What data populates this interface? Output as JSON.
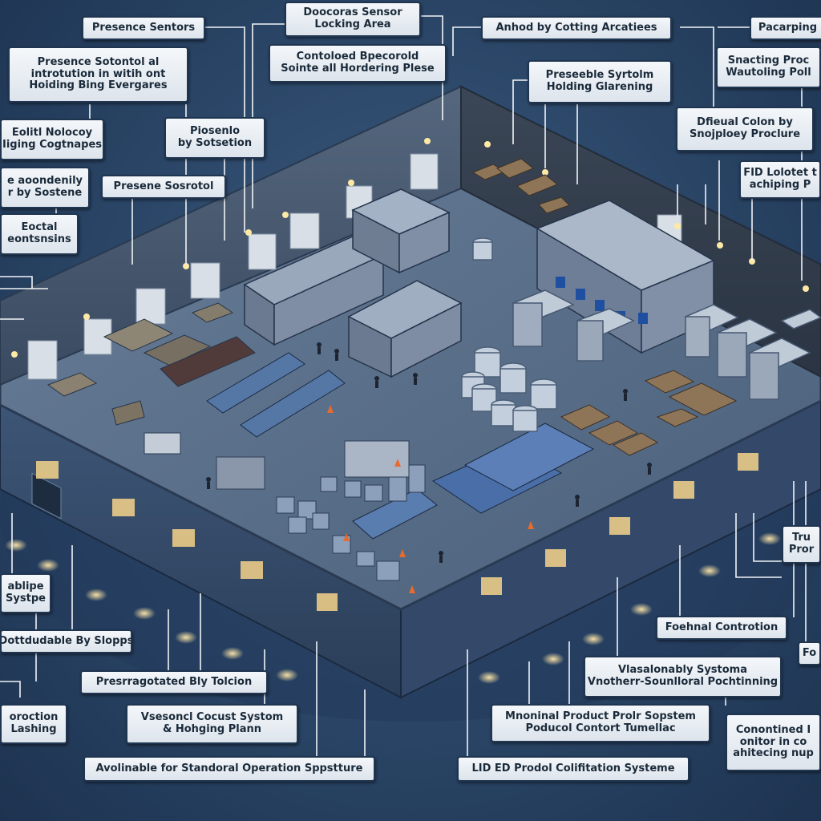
{
  "labels": [
    {
      "id": "l1",
      "lines": [
        "Presence Sentors"
      ]
    },
    {
      "id": "l2",
      "lines": [
        "Doocoras Sensor",
        "Locking Area"
      ]
    },
    {
      "id": "l3",
      "lines": [
        "Anhod by Cotting Arcatiees"
      ]
    },
    {
      "id": "l4",
      "lines": [
        "Pacarping"
      ]
    },
    {
      "id": "l5",
      "lines": [
        "Presence Sotontol al",
        "introtution in witih ont",
        "Hoiding Bing Evergares"
      ]
    },
    {
      "id": "l6",
      "lines": [
        "Contoloed Bpecorold",
        "Sointe all Hordering Plese"
      ]
    },
    {
      "id": "l7",
      "lines": [
        "Preseeble Syrtolm",
        "Holding Glarening"
      ]
    },
    {
      "id": "l8",
      "lines": [
        "Snacting Proc",
        "Wautoling Poll"
      ]
    },
    {
      "id": "l9",
      "lines": [
        "Eolitl Nolocoy",
        "Iiging Cogtnapes"
      ]
    },
    {
      "id": "l10",
      "lines": [
        "Piosenlo",
        "by Sotsetion"
      ]
    },
    {
      "id": "l11",
      "lines": [
        "Dfieual Colon by",
        "Snojploey Proclure"
      ]
    },
    {
      "id": "l12",
      "lines": [
        "e aoondenily",
        "r by Sostene"
      ]
    },
    {
      "id": "l13",
      "lines": [
        "Presene Sosrotol"
      ]
    },
    {
      "id": "l14",
      "lines": [
        "FID Lolotet t",
        "achiping P"
      ]
    },
    {
      "id": "l15",
      "lines": [
        "Eoctal",
        "eontsnsins"
      ]
    },
    {
      "id": "l16",
      "lines": [
        "Tru",
        "Pror"
      ]
    },
    {
      "id": "l17",
      "lines": [
        "ablipe",
        "Systpe"
      ]
    },
    {
      "id": "l18",
      "lines": [
        "Dottdudable By Slopps"
      ]
    },
    {
      "id": "l19",
      "lines": [
        "Foehnal Controtion"
      ]
    },
    {
      "id": "l20",
      "lines": [
        "Fo"
      ]
    },
    {
      "id": "l21",
      "lines": [
        "Presrragotated Bly Tolcion"
      ]
    },
    {
      "id": "l22",
      "lines": [
        "Vlasalonably Systoma",
        "Vnotherr-Sounlloral Pochtinning"
      ]
    },
    {
      "id": "l23",
      "lines": [
        "oroction",
        "Lashing"
      ]
    },
    {
      "id": "l24",
      "lines": [
        "Vsesoncl Cocust Systom",
        "& Hohging Plann"
      ]
    },
    {
      "id": "l25",
      "lines": [
        "Mnoninal Product Prolr Sopstem",
        "Poducol Contort Tumellac"
      ]
    },
    {
      "id": "l26",
      "lines": [
        "Conontined I",
        "onitor in co",
        "ahitecing nup"
      ]
    },
    {
      "id": "l27",
      "lines": [
        "Avolinable for Standoral Operation Sppstture"
      ]
    },
    {
      "id": "l28",
      "lines": [
        "LID ED Prodol Colifitation Systeme"
      ]
    }
  ]
}
